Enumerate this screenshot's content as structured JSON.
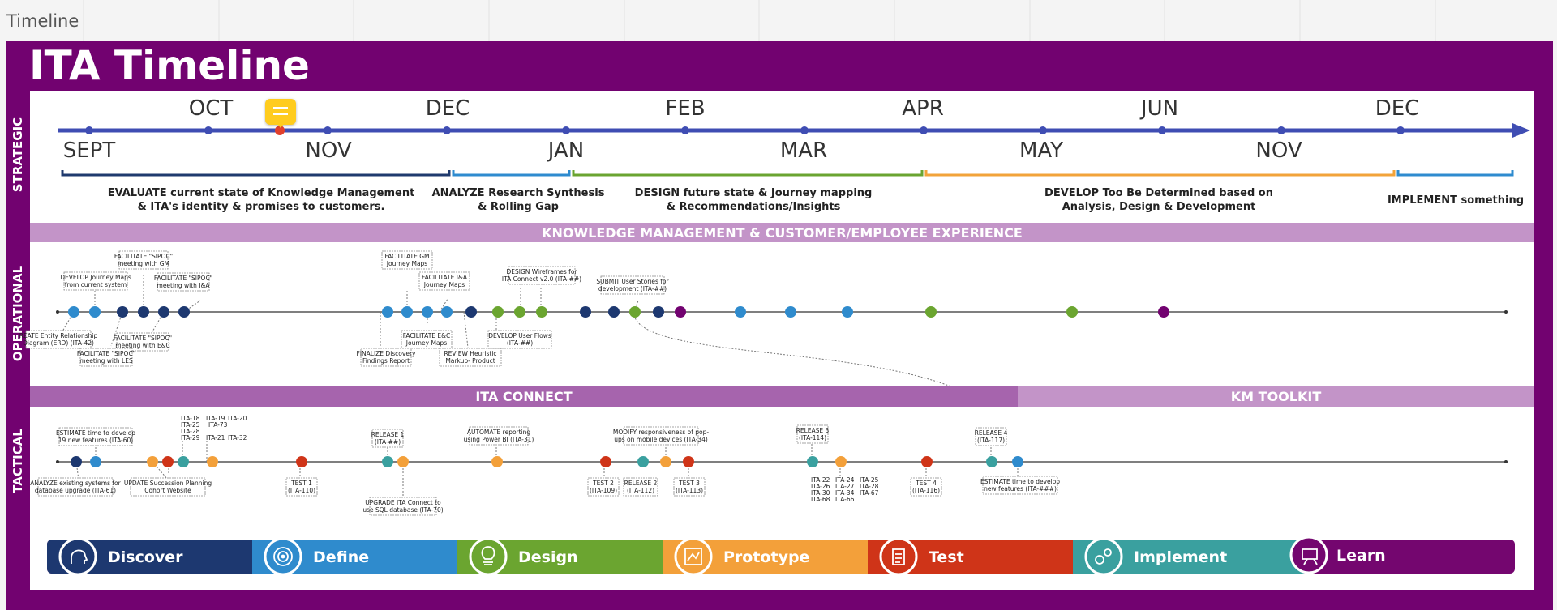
{
  "canvas": {
    "title": "Timeline"
  },
  "main_title": "ITA Timeline",
  "side_labels": {
    "strategic": "STRATEGIC",
    "operational": "OPERATIONAL",
    "tactical": "TACTICAL"
  },
  "months_top": [
    "OCT",
    "DEC",
    "FEB",
    "APR",
    "JUN",
    "DEC"
  ],
  "months_bottom": [
    "SEPT",
    "NOV",
    "JAN",
    "MAR",
    "MAY",
    "NOV"
  ],
  "phases_strategic": [
    {
      "line1": "EVALUATE current state of Knowledge Management",
      "line2": "& ITA's identity & promises to customers.",
      "color": "#1f3a6e"
    },
    {
      "line1": "ANALYZE Research Synthesis",
      "line2": "& Rolling Gap",
      "color": "#2e8bcf"
    },
    {
      "line1": "DESIGN future state & Journey mapping",
      "line2": "& Recommendations/Insights",
      "color": "#6aa431"
    },
    {
      "line1": "DEVELOP Too Be Determined based on",
      "line2": "Analysis, Design & Development",
      "color": "#f2a33a"
    },
    {
      "line1": "IMPLEMENT something",
      "line2": "",
      "color": "#2e8bcf"
    }
  ],
  "band_km": "KNOWLEDGE MANAGEMENT & CUSTOMER/EMPLOYEE EXPERIENCE",
  "band_ita_connect": "ITA CONNECT",
  "band_km_toolkit": "KM TOOLKIT",
  "operational_notes": {
    "facilitate_sipoc_gm": [
      "FACILITATE \"SIPOC\"",
      "meeting with GM"
    ],
    "develop_journey_maps": [
      "DEVELOP Journey Maps",
      "from current system"
    ],
    "facilitate_sipoc_ia": [
      "FACILITATE \"SIPOC\"",
      "meeting with I&A"
    ],
    "create_erd": [
      "REATE Entity Relationship",
      "Diagram (ERD) (ITA-42)"
    ],
    "facilitate_sipoc_ec": [
      "FACILITATE \"SIPOC\"",
      "meeting with E&C"
    ],
    "facilitate_sipoc_les": [
      "FACILITATE \"SIPOC\"",
      "meeting with LES"
    ],
    "facilitate_gm_journey": [
      "FACILITATE GM",
      "Journey Maps"
    ],
    "facilitate_ia_journey": [
      "FACILITATE I&A",
      "Journey Maps"
    ],
    "facilitate_ec_journey": [
      "FACILITATE E&C",
      "Journey Maps"
    ],
    "finalize_discovery": [
      "FINALIZE Discovery",
      "Findings Report"
    ],
    "review_heuristic": [
      "REVIEW Heuristic",
      "Markup- Product"
    ],
    "design_wireframes": [
      "DESIGN Wireframes for",
      "ITA Connect v2.0 (ITA-##)"
    ],
    "develop_user_flows": [
      "DEVELOP User Flows",
      "(ITA-##)"
    ],
    "submit_user_stories": [
      "SUBMIT User Stories for",
      "development (ITA-##)"
    ]
  },
  "tactical_notes": {
    "estimate_time": [
      "ESTIMATE time to develop",
      "19 new features (ITA-60)"
    ],
    "analyze_existing": [
      "ANALYZE existing systems for",
      "database upgrade (ITA-61)"
    ],
    "ita_grid": [
      "ITA-18",
      "ITA-19",
      "ITA-20",
      "ITA-25",
      "ITA-73",
      "ITA-28",
      "ITA-29",
      "ITA-21",
      "ITA-32"
    ],
    "update_succession": [
      "UPDATE Succession Planning",
      "Cohort Website"
    ],
    "test1": [
      "TEST 1",
      "(ITA-110)"
    ],
    "release1": [
      "RELEASE 1",
      "(ITA-##)"
    ],
    "upgrade_ita": [
      "UPGRADE ITA Connect to",
      "use SQL database (ITA-70)"
    ],
    "automate_reporting": [
      "AUTOMATE reporting",
      "using Power BI (ITA-31)"
    ],
    "modify_responsiveness": [
      "MODIFY responsiveness of pop-",
      "ups on mobile devices (ITA-34)"
    ],
    "test2": [
      "TEST 2",
      "(ITA-109)"
    ],
    "release2": [
      "RELEASE 2",
      "(ITA-112)"
    ],
    "test3": [
      "TEST 3",
      "(ITA-113)"
    ],
    "release3": [
      "RELEASE 3",
      "(ITA-114)"
    ],
    "ita_grid2": [
      "ITA-22",
      "ITA-24",
      "ITA-25",
      "ITA-26",
      "ITA-27",
      "ITA-28",
      "ITA-30",
      "ITA-34",
      "ITA-67",
      "ITA-68",
      "ITA-66"
    ],
    "test4": [
      "TEST 4",
      "(ITA-116)"
    ],
    "release4": [
      "RELEASE 4",
      "(ITA-117)"
    ],
    "estimate_new": [
      "ESTIMATE time to develop",
      "new features (ITA-###)"
    ]
  },
  "process_steps": [
    {
      "label": "Discover",
      "color": "#1d3870",
      "icon": "head-lightbulb-icon"
    },
    {
      "label": "Define",
      "color": "#2f8bcd",
      "icon": "target-icon"
    },
    {
      "label": "Design",
      "color": "#6ba530",
      "icon": "lightbulb-icon"
    },
    {
      "label": "Prototype",
      "color": "#f3a03a",
      "icon": "prototype-icon"
    },
    {
      "label": "Test",
      "color": "#cf3418",
      "icon": "clipboard-icon"
    },
    {
      "label": "Implement",
      "color": "#3aa09f",
      "icon": "gears-icon"
    },
    {
      "label": "Learn",
      "color": "#74066f",
      "icon": "presenter-icon"
    }
  ],
  "colors": {
    "purple": "#720270",
    "navy": "#1d3870",
    "blue": "#2f8bcd",
    "green": "#6ba530",
    "orange": "#f3a03a",
    "red": "#cf3418",
    "teal": "#3aa09f",
    "band_light": "#c394c8",
    "band_mid": "#a664ad",
    "timeline_blue": "#3f4db3"
  }
}
